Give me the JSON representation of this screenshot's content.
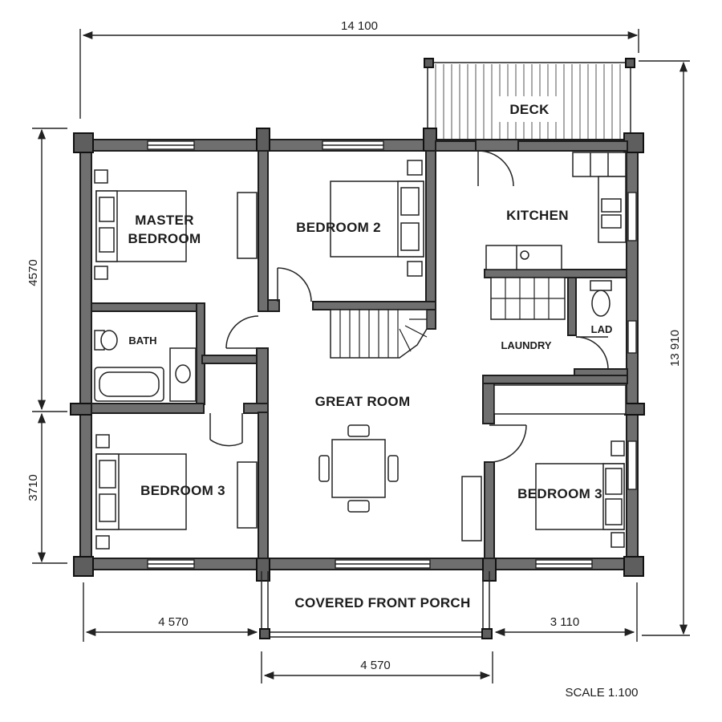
{
  "plan": {
    "overall_width": "14 100",
    "overall_depth": "13 910",
    "left_upper_depth": "4570",
    "left_lower_depth": "3710",
    "bottom_left_width": "4 570",
    "bottom_porch_width": "4 570",
    "bottom_right_width": "3 110",
    "scale": "SCALE 1.100"
  },
  "rooms": {
    "deck": "DECK",
    "master_line1": "MASTER",
    "master_line2": "BEDROOM",
    "bedroom2": "BEDROOM 2",
    "kitchen": "KITCHEN",
    "bath": "BATH",
    "laundry": "LAUNDRY",
    "lad": "LAD",
    "great_room": "GREAT ROOM",
    "bedroom3_left": "BEDROOM 3",
    "bedroom3_right": "BEDROOM 3",
    "porch": "COVERED FRONT PORCH"
  }
}
